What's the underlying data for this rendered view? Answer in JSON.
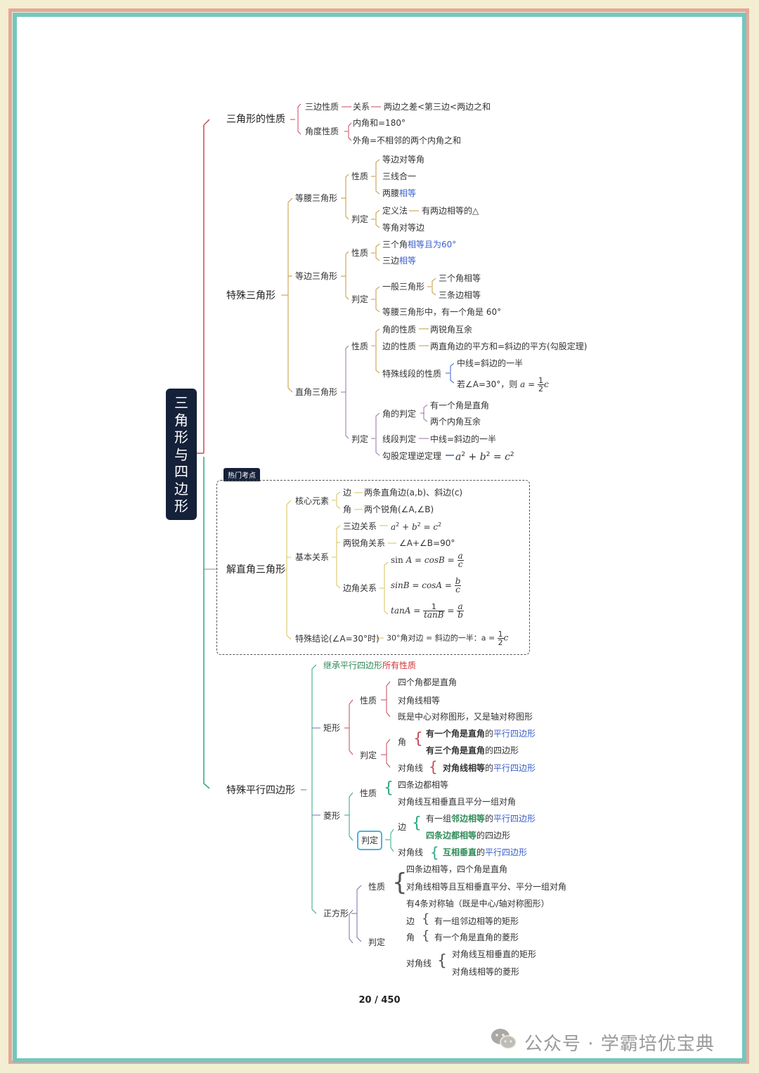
{
  "title": [
    "三",
    "角",
    "形",
    "与",
    "四",
    "边",
    "形"
  ],
  "badge": "热门考点",
  "page": "20 / 450",
  "watermark": "公众号 · 学霸培优宝典",
  "triangle_props": {
    "label": "三角形的性质",
    "side_prop": "三边性质",
    "relation": "关系",
    "relation_text": "两边之差<第三边<两边之和",
    "angle_prop": "角度性质",
    "angle_sum": "内角和=180°",
    "exterior": "外角=不相邻的两个内角之和"
  },
  "special_triangle": {
    "label": "特殊三角形",
    "isosceles": {
      "label": "等腰三角形",
      "prop": "性质",
      "p1": "等边对等角",
      "p2": "三线合一",
      "p3a": "两腰",
      "p3b": "相等",
      "judge": "判定",
      "j1": "定义法",
      "j1b": "有两边相等的△",
      "j2": "等角对等边"
    },
    "equilateral": {
      "label": "等边三角形",
      "prop": "性质",
      "p1a": "三个角",
      "p1b": "相等且为60°",
      "p2a": "三边",
      "p2b": "相等",
      "judge": "判定",
      "general": "一般三角形",
      "g1": "三个角相等",
      "g2": "三条边相等",
      "j2": "等腰三角形中，有一个角是 60°"
    },
    "right": {
      "label": "直角三角形",
      "prop": "性质",
      "angle_prop": "角的性质",
      "angle_text": "两锐角互余",
      "side_prop": "边的性质",
      "side_text": "两直角边的平方和=斜边的平方(勾股定理)",
      "special_seg": "特殊线段的性质",
      "seg1": "中线=斜边的一半",
      "seg2": "若∠A=30°，则",
      "judge": "判定",
      "angle_judge": "角的判定",
      "aj1": "有一个角是直角",
      "aj2": "两个内角互余",
      "seg_judge": "线段判定",
      "seg_judge_text": "中线=斜边的一半",
      "converse": "勾股定理逆定理"
    }
  },
  "solve_right": {
    "label": "解直角三角形",
    "core": "核心元素",
    "side": "边",
    "side_text": "两条直角边(a,b)、斜边(c)",
    "angle": "角",
    "angle_text": "两个锐角(∠A,∠B)",
    "basic": "基本关系",
    "three_sides": "三边关系",
    "acute": "两锐角关系",
    "acute_text": "∠A+∠B=90°",
    "side_angle": "边角关系",
    "special": "特殊结论(∠A=30°时)",
    "special_text": "30°角对边 = 斜边的一半：a ="
  },
  "parallelogram": {
    "label": "特殊平行四边形",
    "inherit_a": "继承平行四边形",
    "inherit_b": "所有性质",
    "rect": {
      "label": "矩形",
      "prop": "性质",
      "p1": "四个角都是直角",
      "p2": "对角线相等",
      "p3": "既是中心对称图形，又是轴对称图形",
      "judge": "判定",
      "angle": "角",
      "a1a": "有一个角是直角",
      "a1b": "的",
      "a1c": "平行四边形",
      "a2a": "有三个角是直角",
      "a2b": "的四边形",
      "diag": "对角线",
      "d1a": "对角线相等",
      "d1b": "的",
      "d1c": "平行四边形"
    },
    "rhombus": {
      "label": "菱形",
      "prop": "性质",
      "p1": "四条边都相等",
      "p2": "对角线互相垂直且平分一组对角",
      "judge": "判定",
      "side": "边",
      "s1a": "有一组",
      "s1b": "邻边相等",
      "s1c": "的",
      "s1d": "平行四边形",
      "s2a": "四条边都相等",
      "s2b": "的四边形",
      "diag": "对角线",
      "d1a": "互相垂直",
      "d1b": "的",
      "d1c": "平行四边形"
    },
    "square": {
      "label": "正方形",
      "prop": "性质",
      "p1": "四条边相等，四个角是直角",
      "p2": "对角线相等且互相垂直平分、平分一组对角",
      "p3": "有4条对称轴（既是中心/轴对称图形）",
      "judge": "判定",
      "side": "边",
      "s1": "有一组邻边相等的矩形",
      "angle": "角",
      "a1": "有一个角是直角的菱形",
      "diag": "对角线",
      "d1": "对角线互相垂直的矩形",
      "d2": "对角线相等的菱形"
    }
  }
}
